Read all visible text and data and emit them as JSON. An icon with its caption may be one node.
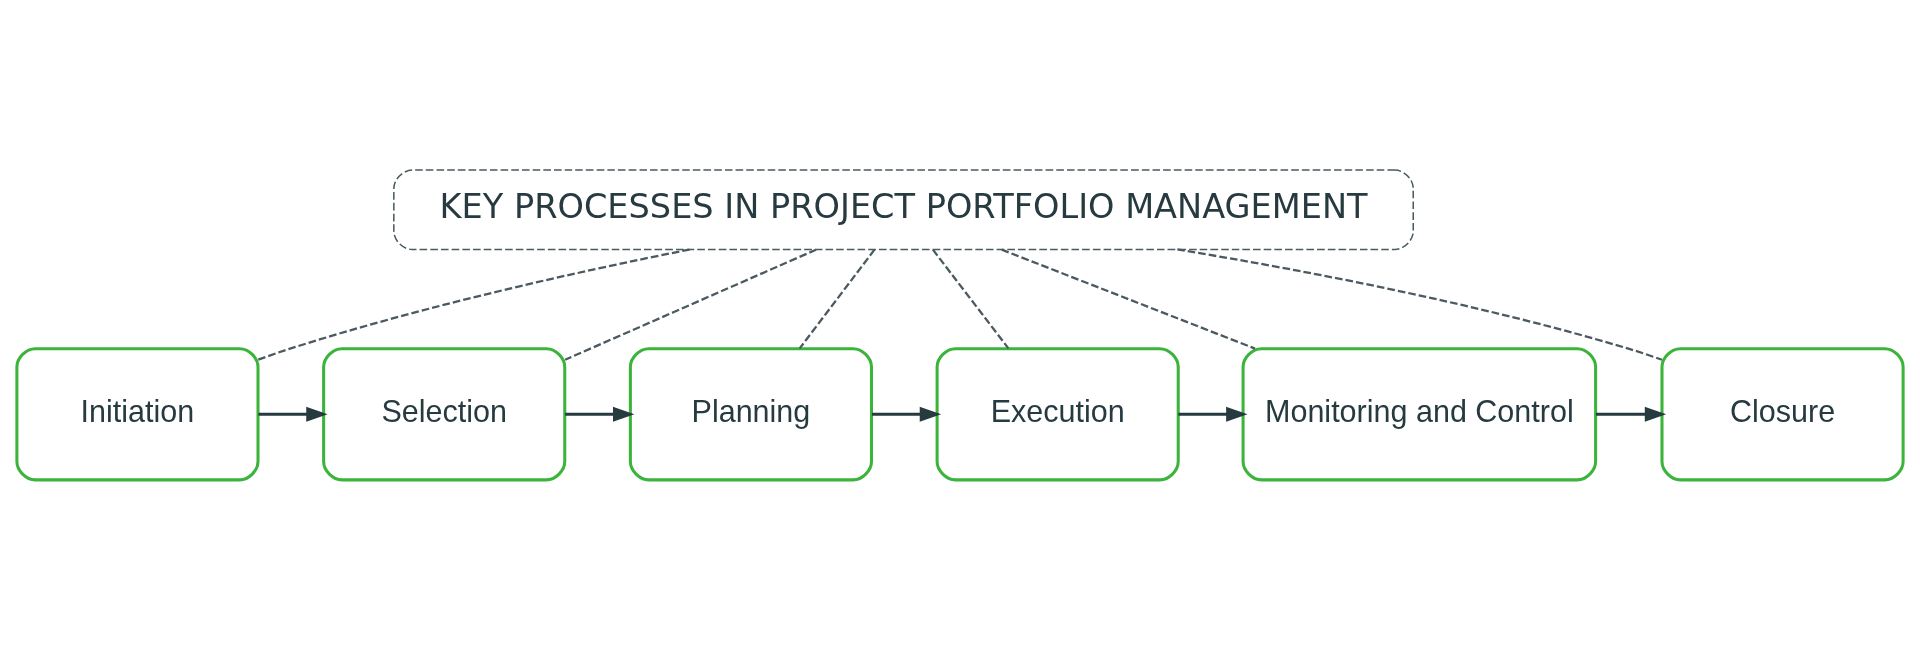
{
  "diagram": {
    "nodes": [
      {
        "text": [
          "KEY PROCESSES IN PROJECT PORTFOLIO MANAGEMENT"
        ]
      },
      {
        "text": [
          "Initiation"
        ]
      },
      {
        "text": [
          "Selection"
        ]
      },
      {
        "text": [
          "Planning"
        ]
      },
      {
        "text": [
          "Execution"
        ]
      },
      {
        "text": [
          "Monitoring and Control"
        ]
      },
      {
        "text": [
          "Closure"
        ]
      }
    ],
    "edges": [
      {
        "from": 0,
        "to": 1,
        "arrow": "none",
        "style": "dashed"
      },
      {
        "from": 0,
        "to": 2,
        "arrow": "none",
        "style": "dashed"
      },
      {
        "from": 0,
        "to": 3,
        "arrow": "none",
        "style": "dashed"
      },
      {
        "from": 0,
        "to": 4,
        "arrow": "none",
        "style": "dashed"
      },
      {
        "from": 0,
        "to": 5,
        "arrow": "none",
        "style": "dashed"
      },
      {
        "from": 0,
        "to": 6,
        "arrow": "none",
        "style": "dashed"
      },
      {
        "from": 1,
        "to": 2,
        "arrow": "to"
      },
      {
        "from": 2,
        "to": 3,
        "arrow": "to"
      },
      {
        "from": 3,
        "to": 4,
        "arrow": "to"
      },
      {
        "from": 4,
        "to": 5,
        "arrow": "to"
      },
      {
        "from": 5,
        "to": 6,
        "arrow": "to"
      }
    ]
  }
}
